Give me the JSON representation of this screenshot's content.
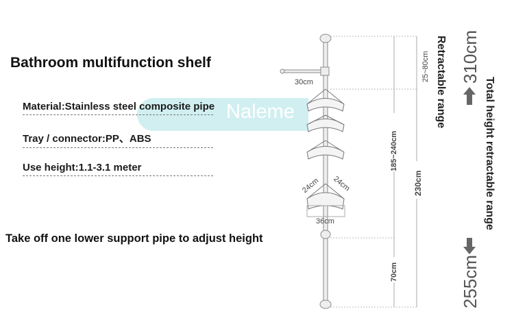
{
  "title": "Bathroom multifunction shelf",
  "specs": [
    "Material:Stainless steel composite pipe",
    "Tray / connector:PP、ABS",
    "Use height:1.1-3.1 meter"
  ],
  "note": "Take off one lower support pipe to adjust height",
  "watermark": "Naleme",
  "dimensions": {
    "towel_bar": "30cm",
    "top": "25~80cm",
    "middle": "185~240cm",
    "total": "230cm",
    "bottom": "70cm",
    "tray_side_left": "24cm",
    "tray_side_right": "24cm",
    "tray_width": "36cm"
  },
  "labels": {
    "retractable": "Retractable range",
    "total_retractable": "Total height retractable range",
    "max": "310cm",
    "min": "255cm"
  },
  "colors": {
    "watermark": "#c9ecef",
    "text": "#111111",
    "lines": "#999999"
  }
}
